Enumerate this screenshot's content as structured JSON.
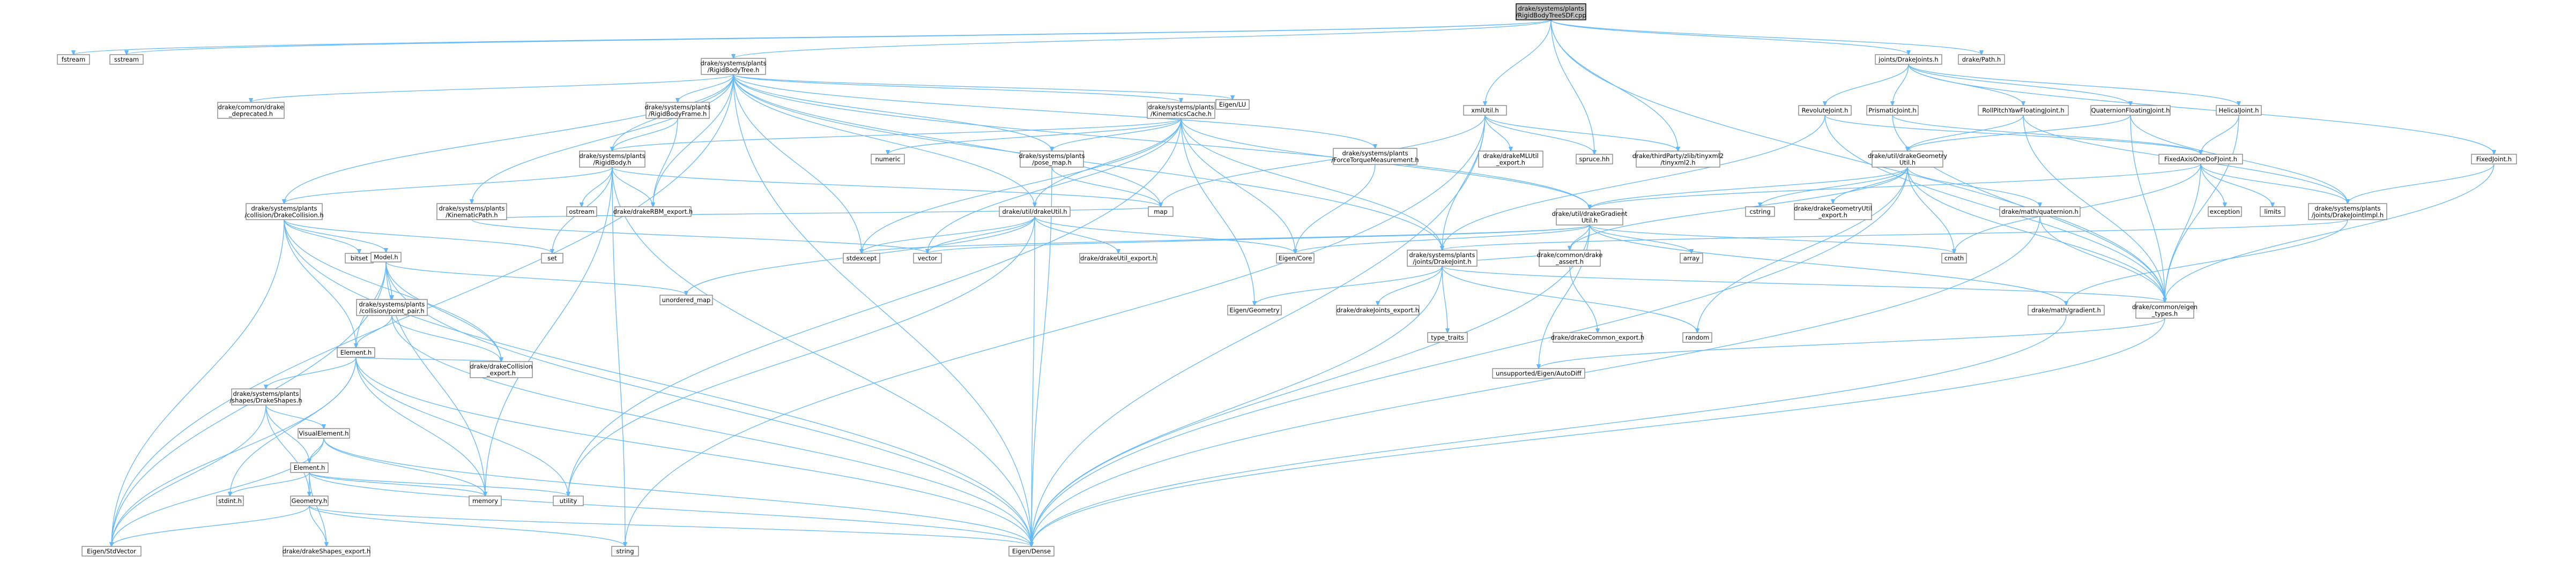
{
  "page": {
    "title": "drake/systems/plants/RigidBodyTreeSDF.cpp"
  },
  "colors": {
    "edge": "#63b8ff",
    "node_border": "#888888",
    "root_fill": "#bfbfbf",
    "background": "#ffffff"
  },
  "nodes": [
    {
      "id": "root",
      "lines": [
        "drake/systems/plants",
        "/RigidBodyTreeSDF.cpp"
      ],
      "root": true
    },
    {
      "id": "fstream",
      "lines": [
        "fstream"
      ]
    },
    {
      "id": "sstream",
      "lines": [
        "sstream"
      ]
    },
    {
      "id": "rbt",
      "lines": [
        "drake/systems/plants",
        "/RigidBodyTree.h"
      ]
    },
    {
      "id": "drakejoints",
      "lines": [
        "joints/DrakeJoints.h"
      ]
    },
    {
      "id": "drakepath",
      "lines": [
        "drake/Path.h"
      ]
    },
    {
      "id": "deprecated",
      "lines": [
        "drake/common/drake",
        "_deprecated.h"
      ]
    },
    {
      "id": "rbframe",
      "lines": [
        "drake/systems/plants",
        "/RigidBodyFrame.h"
      ]
    },
    {
      "id": "kincache",
      "lines": [
        "drake/systems/plants",
        "/KinematicsCache.h"
      ]
    },
    {
      "id": "eigenlu",
      "lines": [
        "Eigen/LU"
      ]
    },
    {
      "id": "urdfutil",
      "lines": [
        "xmlUtil.h"
      ]
    },
    {
      "id": "revolute",
      "lines": [
        "RevoluteJoint.h"
      ]
    },
    {
      "id": "prismatic",
      "lines": [
        "PrismaticJoint.h"
      ]
    },
    {
      "id": "rpy",
      "lines": [
        "RollPitchYawFloatingJoint.h"
      ]
    },
    {
      "id": "quatfloat",
      "lines": [
        "QuaternionFloatingJoint.h"
      ]
    },
    {
      "id": "helical",
      "lines": [
        "HelicalJoint.h"
      ]
    },
    {
      "id": "rigidbody",
      "lines": [
        "drake/systems/plants",
        "/RigidBody.h"
      ]
    },
    {
      "id": "posemap",
      "lines": [
        "drake/systems/plants",
        "/pose_map.h"
      ]
    },
    {
      "id": "numeric",
      "lines": [
        "numeric"
      ]
    },
    {
      "id": "forcetorque",
      "lines": [
        "drake/systems/plants",
        "/ForceTorqueMeasurement.h"
      ]
    },
    {
      "id": "mlutil",
      "lines": [
        "drake/drakeMLUtil",
        "_export.h"
      ]
    },
    {
      "id": "spruce",
      "lines": [
        "spruce.hh"
      ]
    },
    {
      "id": "tinyxml",
      "lines": [
        "drake/thirdParty/zlib/tinyxml2",
        "/tinyxml2.h"
      ]
    },
    {
      "id": "geomutil",
      "lines": [
        "drake/util/drakeGeometry",
        "Util.h"
      ]
    },
    {
      "id": "fixedaxis",
      "lines": [
        "FixedAxisOneDoFJoint.h"
      ]
    },
    {
      "id": "fixedjoint",
      "lines": [
        "FixedJoint.h"
      ]
    },
    {
      "id": "collision",
      "lines": [
        "drake/systems/plants",
        "/collision/DrakeCollision.h"
      ]
    },
    {
      "id": "kinpath",
      "lines": [
        "drake/systems/plants",
        "/KinematicPath.h"
      ]
    },
    {
      "id": "ostream",
      "lines": [
        "ostream"
      ]
    },
    {
      "id": "rbmexport",
      "lines": [
        "drake/drakeRBM_export.h"
      ]
    },
    {
      "id": "drakeutil",
      "lines": [
        "drake/util/drakeUtil.h"
      ]
    },
    {
      "id": "gradientutil",
      "lines": [
        "drake/util/drakeGradient",
        "Util.h"
      ]
    },
    {
      "id": "cstring",
      "lines": [
        "cstring"
      ]
    },
    {
      "id": "geomexport",
      "lines": [
        "drake/drakeGeometryUtil",
        "_export.h"
      ]
    },
    {
      "id": "quaternion",
      "lines": [
        "drake/math/quaternion.h"
      ]
    },
    {
      "id": "exception",
      "lines": [
        "exception"
      ]
    },
    {
      "id": "limits",
      "lines": [
        "limits"
      ]
    },
    {
      "id": "jointimpl",
      "lines": [
        "drake/systems/plants",
        "/joints/DrakeJointImpl.h"
      ]
    },
    {
      "id": "map",
      "lines": [
        "map"
      ]
    },
    {
      "id": "bitset",
      "lines": [
        "bitset"
      ]
    },
    {
      "id": "set",
      "lines": [
        "set"
      ]
    },
    {
      "id": "stdexcept",
      "lines": [
        "stdexcept"
      ]
    },
    {
      "id": "vector",
      "lines": [
        "vector"
      ]
    },
    {
      "id": "utilexport",
      "lines": [
        "drake/drakeUtil_export.h"
      ]
    },
    {
      "id": "eigencore",
      "lines": [
        "Eigen/Core"
      ]
    },
    {
      "id": "drakejoint",
      "lines": [
        "drake/systems/plants",
        "/joints/DrakeJoint.h"
      ]
    },
    {
      "id": "commonexport",
      "lines": [
        "drake/common/drake",
        "_assert.h"
      ]
    },
    {
      "id": "array",
      "lines": [
        "array"
      ]
    },
    {
      "id": "cmath",
      "lines": [
        "cmath"
      ]
    },
    {
      "id": "model",
      "lines": [
        "Model.h"
      ]
    },
    {
      "id": "unorderedmap",
      "lines": [
        "unordered_map"
      ]
    },
    {
      "id": "eigengeometry",
      "lines": [
        "Eigen/Geometry"
      ]
    },
    {
      "id": "jointsexport",
      "lines": [
        "drake/drakeJoints_export.h"
      ]
    },
    {
      "id": "typetraits",
      "lines": [
        "type_traits"
      ]
    },
    {
      "id": "commonexport2",
      "lines": [
        "drake/drakeCommon_export.h"
      ]
    },
    {
      "id": "random",
      "lines": [
        "random"
      ]
    },
    {
      "id": "mathgradient",
      "lines": [
        "drake/math/gradient.h"
      ]
    },
    {
      "id": "eigentypes",
      "lines": [
        "drake/common/eigen",
        "_types.h"
      ]
    },
    {
      "id": "autodiff",
      "lines": [
        "unsupported/Eigen/AutoDiff"
      ]
    },
    {
      "id": "pointpair",
      "lines": [
        "drake/systems/plants",
        "/collision/point_pair.h"
      ]
    },
    {
      "id": "element1",
      "lines": [
        "Element.h"
      ]
    },
    {
      "id": "collexport",
      "lines": [
        "drake/drakeCollision",
        "_export.h"
      ]
    },
    {
      "id": "shapes",
      "lines": [
        "drake/systems/plants",
        "/shapes/DrakeShapes.h"
      ]
    },
    {
      "id": "visual",
      "lines": [
        "VisualElement.h"
      ]
    },
    {
      "id": "element2",
      "lines": [
        "Element.h"
      ]
    },
    {
      "id": "geometry",
      "lines": [
        "Geometry.h"
      ]
    },
    {
      "id": "memory",
      "lines": [
        "memory"
      ]
    },
    {
      "id": "utility",
      "lines": [
        "utility"
      ]
    },
    {
      "id": "stdint",
      "lines": [
        "stdint.h"
      ]
    },
    {
      "id": "shapesexport",
      "lines": [
        "drake/drakeShapes_export.h"
      ]
    },
    {
      "id": "string",
      "lines": [
        "string"
      ]
    },
    {
      "id": "stdvector",
      "lines": [
        "Eigen/StdVector"
      ]
    },
    {
      "id": "eigendense",
      "lines": [
        "Eigen/Dense"
      ]
    }
  ],
  "edges": [
    [
      "root",
      "fstream"
    ],
    [
      "root",
      "sstream"
    ],
    [
      "root",
      "rbt"
    ],
    [
      "root",
      "drakejoints"
    ],
    [
      "root",
      "drakepath"
    ],
    [
      "root",
      "urdfutil"
    ],
    [
      "root",
      "spruce"
    ],
    [
      "root",
      "tinyxml"
    ],
    [
      "root",
      "eigentypes"
    ],
    [
      "rbt",
      "deprecated"
    ],
    [
      "rbt",
      "rbframe"
    ],
    [
      "rbt",
      "kincache"
    ],
    [
      "rbt",
      "eigenlu"
    ],
    [
      "rbt",
      "rigidbody"
    ],
    [
      "rbt",
      "collision"
    ],
    [
      "rbt",
      "kinpath"
    ],
    [
      "rbt",
      "forcetorque"
    ],
    [
      "rbt",
      "posemap"
    ],
    [
      "rbt",
      "rbmexport"
    ],
    [
      "rbt",
      "stdexcept"
    ],
    [
      "rbt",
      "eigendense"
    ],
    [
      "rbt",
      "stdvector"
    ],
    [
      "rbt",
      "drakeutil"
    ],
    [
      "rbt",
      "gradientutil"
    ],
    [
      "rbt",
      "map"
    ],
    [
      "rbt",
      "drakejoint"
    ],
    [
      "drakejoints",
      "revolute"
    ],
    [
      "drakejoints",
      "prismatic"
    ],
    [
      "drakejoints",
      "rpy"
    ],
    [
      "drakejoints",
      "quatfloat"
    ],
    [
      "drakejoints",
      "helical"
    ],
    [
      "drakejoints",
      "fixedjoint"
    ],
    [
      "revolute",
      "fixedaxis"
    ],
    [
      "revolute",
      "eigentypes"
    ],
    [
      "revolute",
      "drakejoint"
    ],
    [
      "prismatic",
      "fixedaxis"
    ],
    [
      "prismatic",
      "eigentypes"
    ],
    [
      "helical",
      "fixedaxis"
    ],
    [
      "helical",
      "eigentypes"
    ],
    [
      "rpy",
      "geomutil"
    ],
    [
      "rpy",
      "jointimpl"
    ],
    [
      "rpy",
      "eigentypes"
    ],
    [
      "quatfloat",
      "geomutil"
    ],
    [
      "quatfloat",
      "jointimpl"
    ],
    [
      "quatfloat",
      "eigentypes"
    ],
    [
      "fixedjoint",
      "jointimpl"
    ],
    [
      "fixedjoint",
      "eigentypes"
    ],
    [
      "fixedaxis",
      "jointimpl"
    ],
    [
      "fixedaxis",
      "exception"
    ],
    [
      "fixedaxis",
      "limits"
    ],
    [
      "fixedaxis",
      "cmath"
    ],
    [
      "fixedaxis",
      "eigentypes"
    ],
    [
      "fixedaxis",
      "gradientutil"
    ],
    [
      "jointimpl",
      "drakejoint"
    ],
    [
      "jointimpl",
      "mathgradient"
    ],
    [
      "kincache",
      "rigidbody"
    ],
    [
      "kincache",
      "posemap"
    ],
    [
      "kincache",
      "numeric"
    ],
    [
      "kincache",
      "drakeutil"
    ],
    [
      "kincache",
      "gradientutil"
    ],
    [
      "kincache",
      "stdexcept"
    ],
    [
      "kincache",
      "eigengeometry"
    ],
    [
      "kincache",
      "eigencore"
    ],
    [
      "kincache",
      "vector"
    ],
    [
      "kincache",
      "drakejoint"
    ],
    [
      "kincache",
      "utility"
    ],
    [
      "rbframe",
      "rigidbody"
    ],
    [
      "rbframe",
      "rbmexport"
    ],
    [
      "rigidbody",
      "collision"
    ],
    [
      "rigidbody",
      "ostream"
    ],
    [
      "rigidbody",
      "rbmexport"
    ],
    [
      "rigidbody",
      "set"
    ],
    [
      "rigidbody",
      "map"
    ],
    [
      "rigidbody",
      "memory"
    ],
    [
      "rigidbody",
      "string"
    ],
    [
      "rigidbody",
      "eigendense"
    ],
    [
      "collision",
      "bitset"
    ],
    [
      "collision",
      "set"
    ],
    [
      "collision",
      "model"
    ],
    [
      "collision",
      "element1"
    ],
    [
      "collision",
      "stdvector"
    ],
    [
      "collision",
      "eigendense"
    ],
    [
      "collision",
      "collexport"
    ],
    [
      "kinpath",
      "vector"
    ],
    [
      "kinpath",
      "map"
    ],
    [
      "forcetorque",
      "eigencore"
    ],
    [
      "posemap",
      "map"
    ],
    [
      "posemap",
      "eigendense"
    ],
    [
      "urdfutil",
      "mlutil"
    ],
    [
      "urdfutil",
      "spruce"
    ],
    [
      "urdfutil",
      "tinyxml"
    ],
    [
      "urdfutil",
      "map"
    ],
    [
      "urdfutil",
      "string"
    ],
    [
      "urdfutil",
      "eigendense"
    ],
    [
      "urdfutil",
      "drakejoint"
    ],
    [
      "geomutil",
      "geomexport"
    ],
    [
      "geomutil",
      "quaternion"
    ],
    [
      "geomutil",
      "cstring"
    ],
    [
      "geomutil",
      "cmath"
    ],
    [
      "geomutil",
      "gradientutil"
    ],
    [
      "geomutil",
      "eigentypes"
    ],
    [
      "geomutil",
      "random"
    ],
    [
      "geomutil",
      "eigendense"
    ],
    [
      "geomutil",
      "commonexport"
    ],
    [
      "quaternion",
      "eigentypes"
    ],
    [
      "quaternion",
      "eigendense"
    ],
    [
      "drakeutil",
      "utilexport"
    ],
    [
      "drakeutil",
      "vector"
    ],
    [
      "drakeutil",
      "stdexcept"
    ],
    [
      "drakeutil",
      "eigencore"
    ],
    [
      "drakeutil",
      "unorderedmap"
    ],
    [
      "drakeutil",
      "utility"
    ],
    [
      "drakeutil",
      "eigendense"
    ],
    [
      "gradientutil",
      "eigencore"
    ],
    [
      "gradientutil",
      "array"
    ],
    [
      "gradientutil",
      "cmath"
    ],
    [
      "gradientutil",
      "stdexcept"
    ],
    [
      "gradientutil",
      "vector"
    ],
    [
      "gradientutil",
      "commonexport"
    ],
    [
      "gradientutil",
      "mathgradient"
    ],
    [
      "gradientutil",
      "eigendense"
    ],
    [
      "gradientutil",
      "autodiff"
    ],
    [
      "drakejoint",
      "eigengeometry"
    ],
    [
      "drakejoint",
      "jointsexport"
    ],
    [
      "drakejoint",
      "typetraits"
    ],
    [
      "drakejoint",
      "commonexport"
    ],
    [
      "drakejoint",
      "random"
    ],
    [
      "drakejoint",
      "eigentypes"
    ],
    [
      "drakejoint",
      "eigendense"
    ],
    [
      "commonexport",
      "commonexport2"
    ],
    [
      "mathgradient",
      "eigendense"
    ],
    [
      "eigentypes",
      "autodiff"
    ],
    [
      "eigentypes",
      "eigendense"
    ],
    [
      "model",
      "unorderedmap"
    ],
    [
      "model",
      "pointpair"
    ],
    [
      "model",
      "element1"
    ],
    [
      "model",
      "collexport"
    ],
    [
      "model",
      "memory"
    ],
    [
      "model",
      "eigendense"
    ],
    [
      "model",
      "stdvector"
    ],
    [
      "pointpair",
      "element1"
    ],
    [
      "pointpair",
      "collexport"
    ],
    [
      "pointpair",
      "eigendense"
    ],
    [
      "element1",
      "shapes"
    ],
    [
      "element1",
      "collexport"
    ],
    [
      "element1",
      "memory"
    ],
    [
      "element1",
      "utility"
    ],
    [
      "element1",
      "stdint"
    ],
    [
      "element1",
      "stdvector"
    ],
    [
      "element1",
      "eigendense"
    ],
    [
      "shapes",
      "visual"
    ],
    [
      "shapes",
      "element2"
    ],
    [
      "shapes",
      "geometry"
    ],
    [
      "shapes",
      "stdvector"
    ],
    [
      "visual",
      "element2"
    ],
    [
      "visual",
      "memory"
    ],
    [
      "visual",
      "eigendense"
    ],
    [
      "visual",
      "stdvector"
    ],
    [
      "element2",
      "geometry"
    ],
    [
      "element2",
      "shapesexport"
    ],
    [
      "element2",
      "memory"
    ],
    [
      "element2",
      "utility"
    ],
    [
      "element2",
      "stdint"
    ],
    [
      "element2",
      "eigendense"
    ],
    [
      "geometry",
      "shapesexport"
    ],
    [
      "geometry",
      "string"
    ],
    [
      "geometry",
      "stdvector"
    ],
    [
      "geometry",
      "eigendense"
    ]
  ]
}
